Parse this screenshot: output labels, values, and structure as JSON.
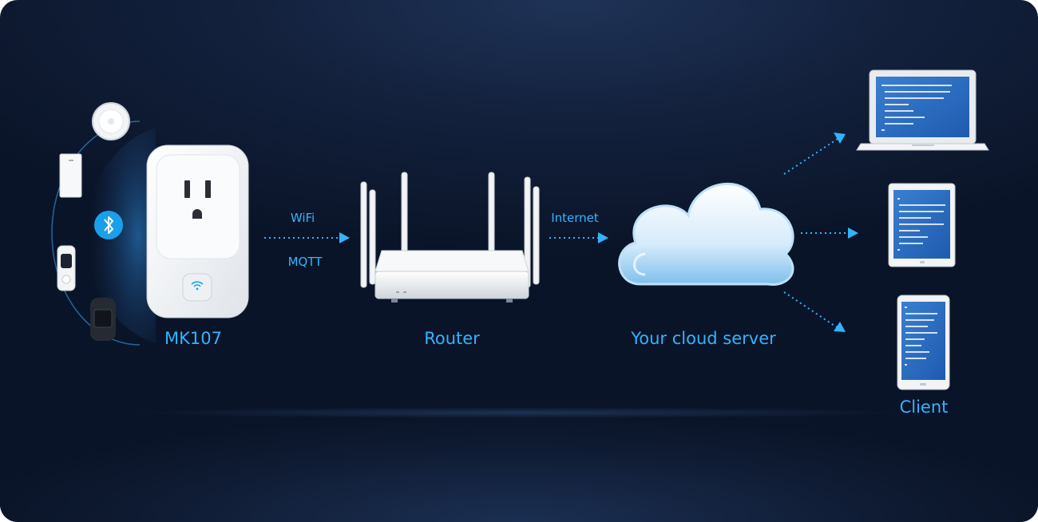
{
  "nodes": {
    "device": {
      "label": "MK107"
    },
    "router": {
      "label": "Router"
    },
    "cloud": {
      "label": "Your cloud server"
    },
    "client": {
      "label": "Client"
    }
  },
  "links": {
    "device_router": {
      "label_top": "WiFi",
      "label_bottom": "MQTT"
    },
    "router_cloud": {
      "label": "Internet"
    }
  },
  "colors": {
    "accent": "#33b3ff",
    "background": "#13213d"
  },
  "icons": [
    "bluetooth-icon",
    "wifi-icon"
  ]
}
